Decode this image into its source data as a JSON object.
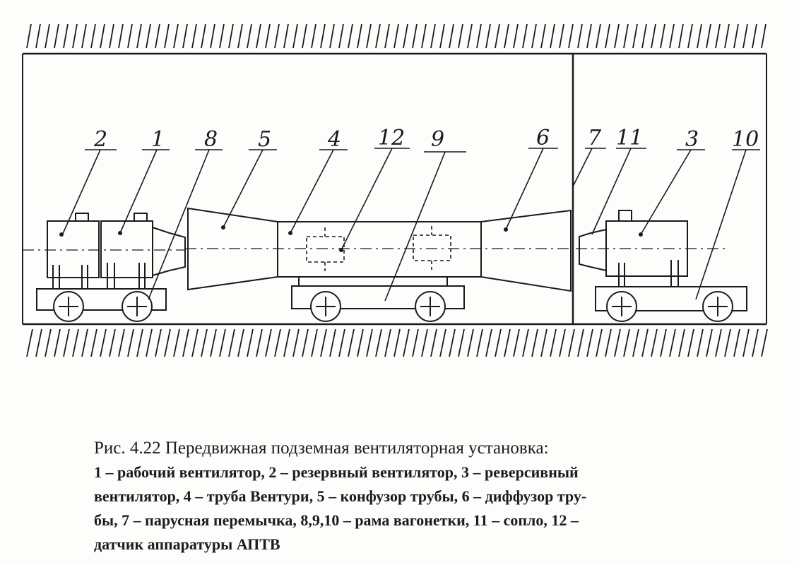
{
  "figure": {
    "labels": [
      "2",
      "1",
      "8",
      "5",
      "4",
      "12",
      "9",
      "6",
      "7",
      "11",
      "3",
      "10"
    ]
  },
  "caption": {
    "title": "Рис. 4.22  Передвижная подземная вентиляторная установка:",
    "lines": [
      "1 – рабочий вентилятор, 2 – резервный вентилятор,   3 – реверсивный",
      "вентилятор, 4 – труба Вентури, 5 – конфузор трубы, 6 – диффузор тру-",
      "бы, 7 – парусная перемычка, 8,9,10 – рама вагонетки, 11 – сопло, 12 –",
      "датчик аппаратуры АПТВ"
    ]
  }
}
